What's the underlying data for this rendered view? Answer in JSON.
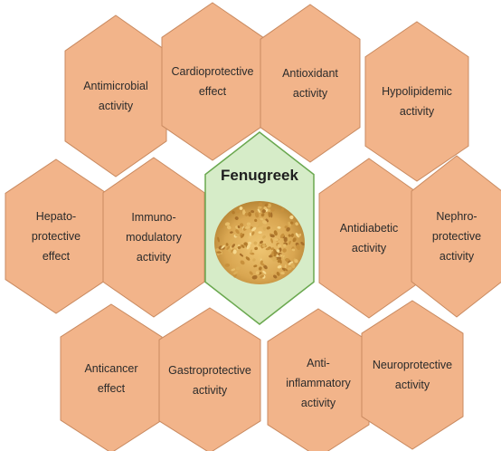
{
  "diagram": {
    "center": {
      "title": "Fenugreek",
      "image": "fenugreek-seeds-image",
      "fill": "#d6ecc8",
      "stroke": "#6aa84f"
    },
    "hex_fill": "#f2b48a",
    "hex_stroke": "#c98a60",
    "nodes": [
      {
        "id": "antimicrobial",
        "lines": [
          "Antimicrobial",
          "activity"
        ]
      },
      {
        "id": "cardioprotective",
        "lines": [
          "Cardioprotective",
          "effect"
        ]
      },
      {
        "id": "antioxidant",
        "lines": [
          "Antioxidant",
          "activity"
        ]
      },
      {
        "id": "hypolipidemic",
        "lines": [
          "Hypolipidemic",
          "activity"
        ]
      },
      {
        "id": "hepatoprotective",
        "lines": [
          "Hepato-",
          "protective",
          "effect"
        ]
      },
      {
        "id": "immunomodulatory",
        "lines": [
          "Immuno-",
          "modulatory",
          "activity"
        ]
      },
      {
        "id": "antidiabetic",
        "lines": [
          "Antidiabetic",
          "activity"
        ]
      },
      {
        "id": "nephroprotective",
        "lines": [
          "Nephro-",
          "protective",
          "activity"
        ]
      },
      {
        "id": "anticancer",
        "lines": [
          "Anticancer",
          "effect"
        ]
      },
      {
        "id": "gastroprotective",
        "lines": [
          "Gastroprotective",
          "activity"
        ]
      },
      {
        "id": "anti-inflammatory",
        "lines": [
          "Anti-",
          "inflammatory",
          "activity"
        ]
      },
      {
        "id": "neuroprotective",
        "lines": [
          "Neuroprotective",
          "activity"
        ]
      }
    ]
  }
}
